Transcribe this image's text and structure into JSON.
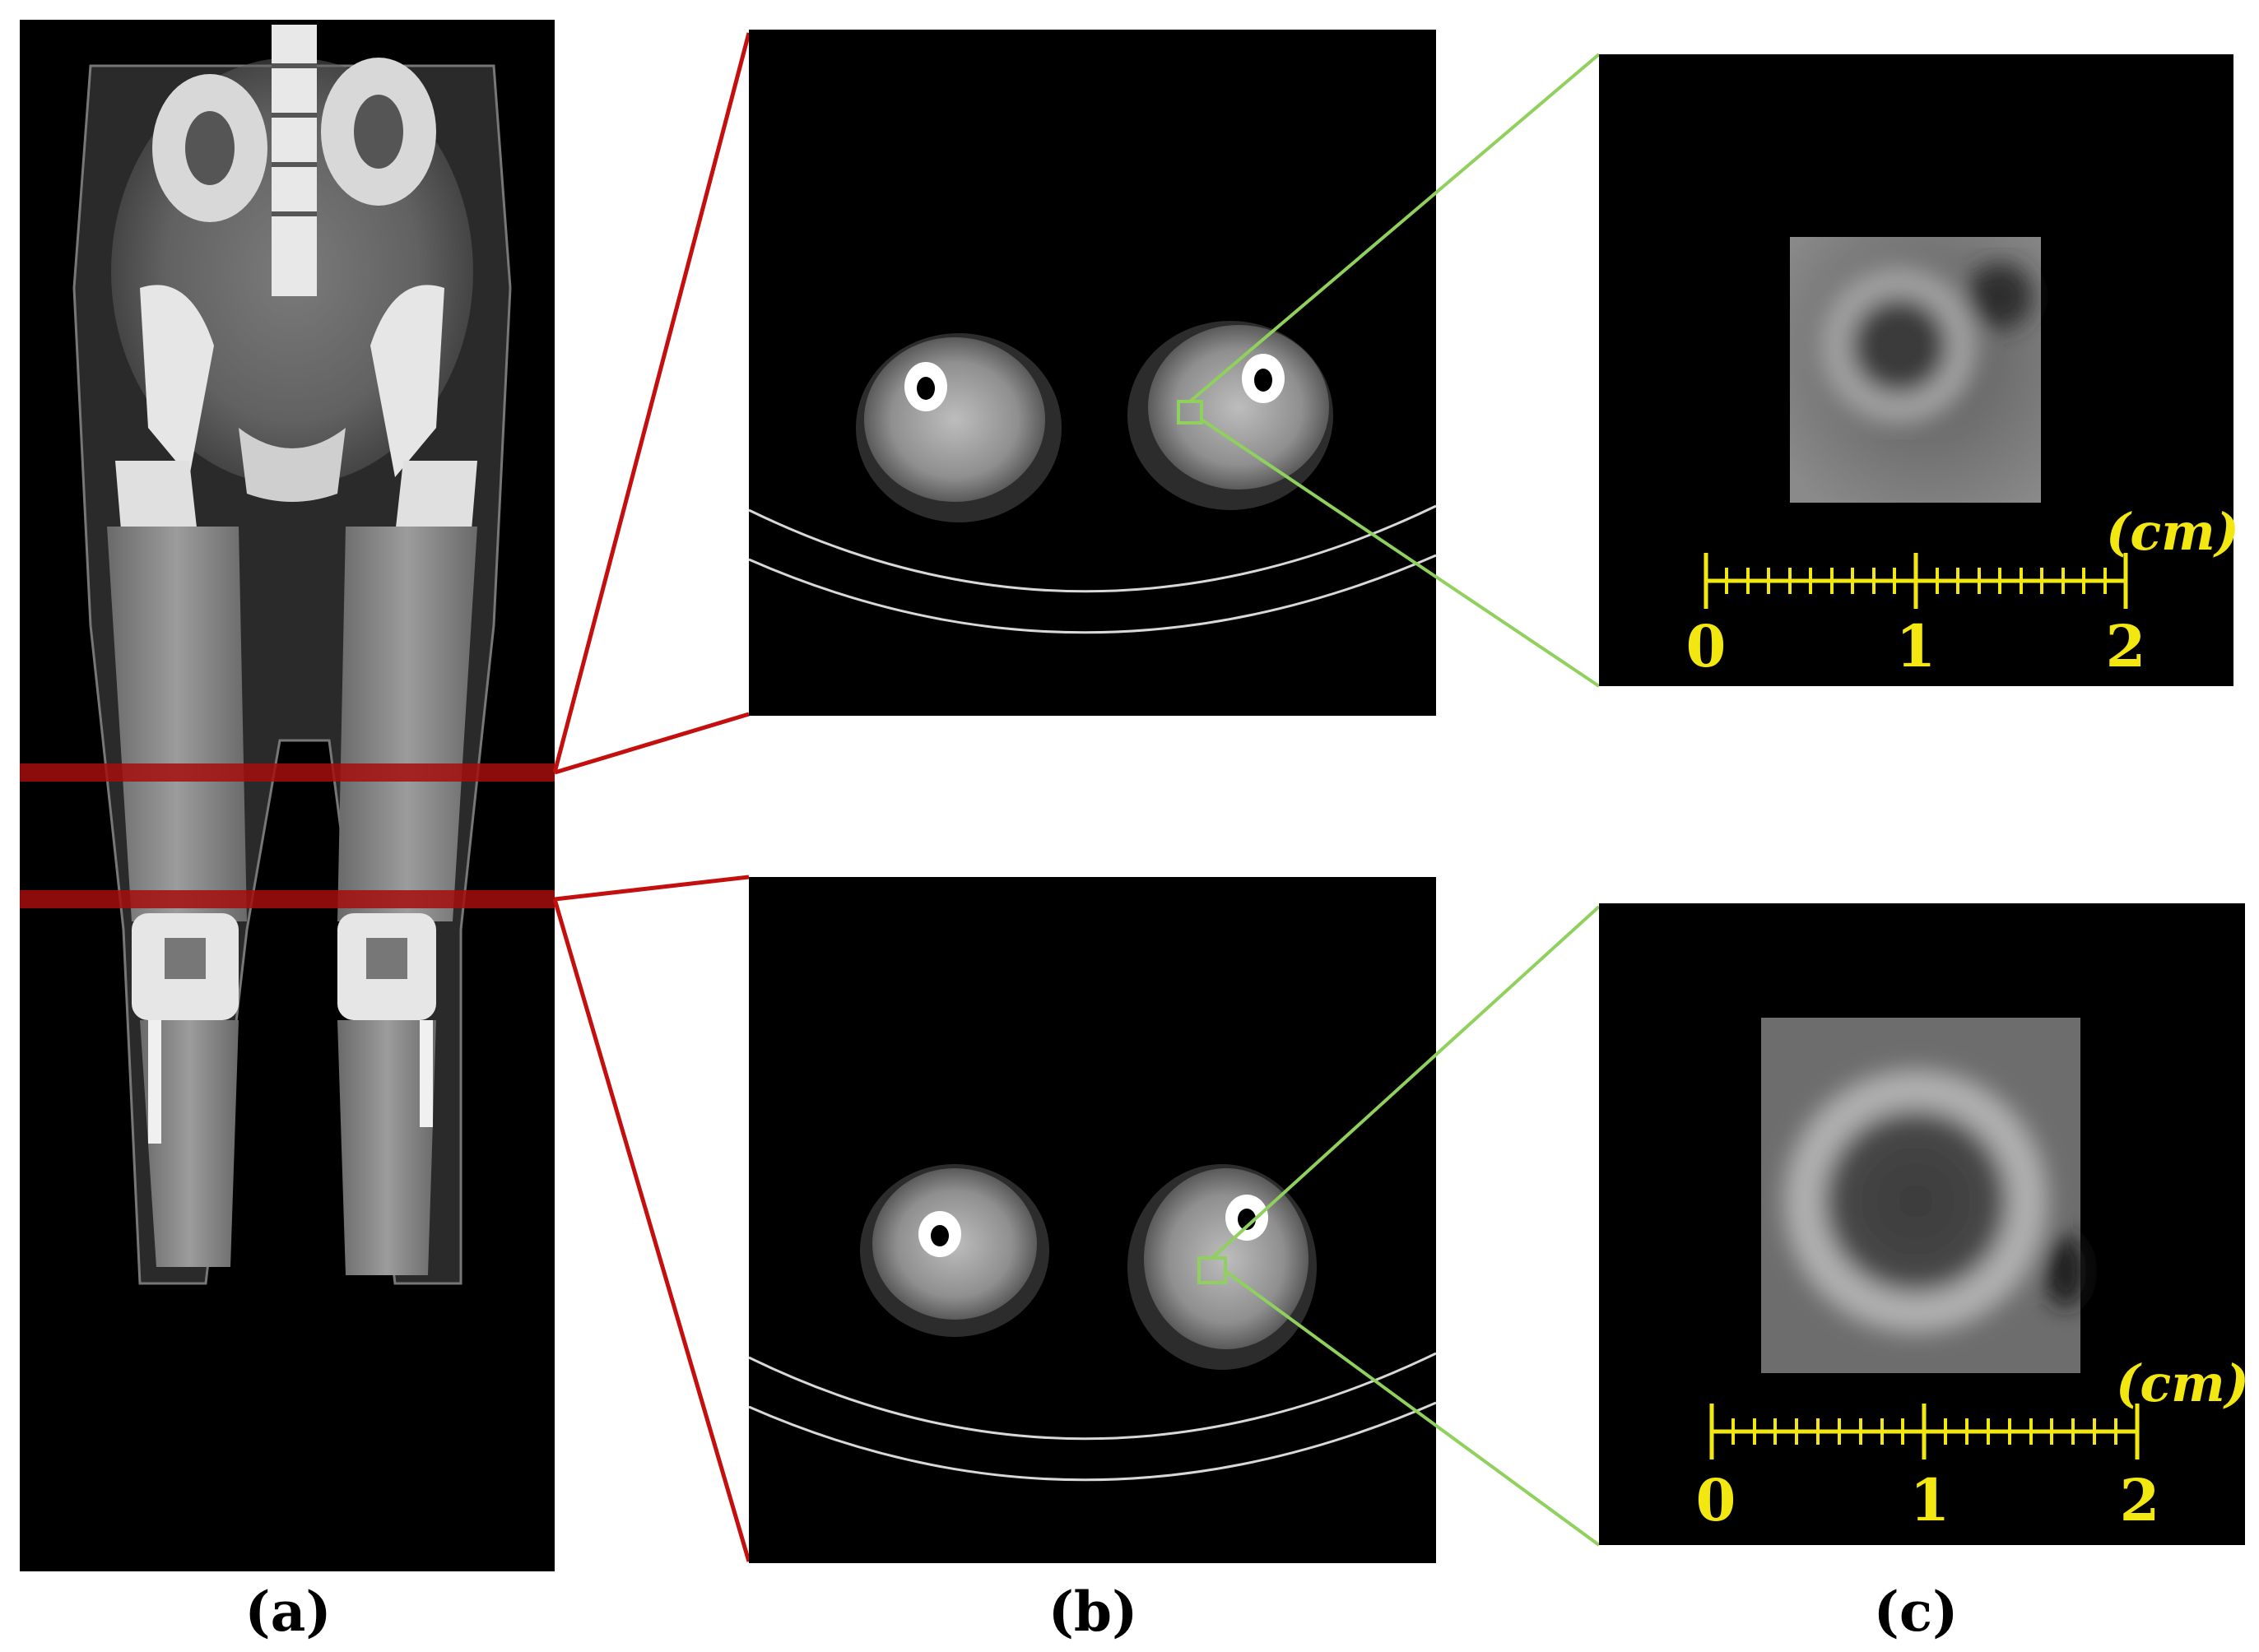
{
  "figure": {
    "panels": [
      {
        "id": "a",
        "caption": "(a)",
        "description": "coronal lower-body CT scan with two red axial slice markers"
      },
      {
        "id": "b",
        "caption": "(b)",
        "description": "two axial CT slices of the thighs, each with a green box around a vessel"
      },
      {
        "id": "c",
        "caption": "(c)",
        "description": "two magnified vessel crops with 0-2 cm scale bars"
      }
    ],
    "scale_bar": {
      "unit_label": "(cm)",
      "tick_labels": [
        "0",
        "1",
        "2"
      ]
    },
    "colors": {
      "slice_marker": "#a50d0d",
      "zoom_lines": "#8fd15c",
      "scale_bar": "#f2e711",
      "background": "#000000",
      "page": "#ffffff"
    }
  }
}
